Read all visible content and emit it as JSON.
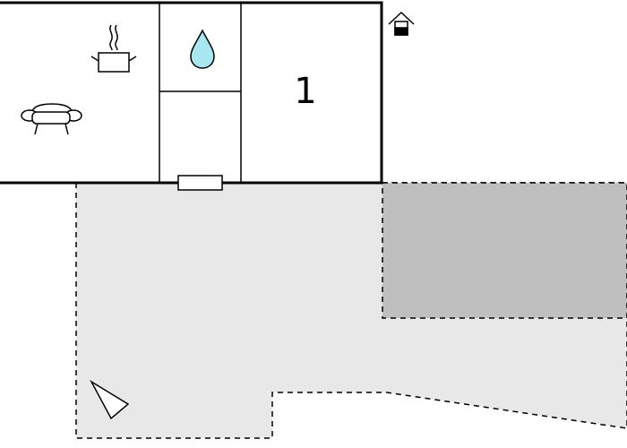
{
  "floor_plan": {
    "rooms": [
      {
        "id": "living-kitchen",
        "icons": [
          "cooking-pot-icon",
          "sofa-icon"
        ]
      },
      {
        "id": "bathroom",
        "icons": [
          "water-drop-icon"
        ]
      },
      {
        "id": "hallway",
        "icons": []
      },
      {
        "id": "bedroom",
        "label": "1"
      }
    ],
    "entrance_icon": "house-entrance-icon",
    "outdoor_icon": "compass-arrow-icon",
    "colors": {
      "wall": "#000000",
      "terrace_fill": "#e8e8e8",
      "covered_area_fill": "#bfbfbf",
      "water_drop": "#a8e6f0",
      "background": "#ffffff"
    }
  }
}
